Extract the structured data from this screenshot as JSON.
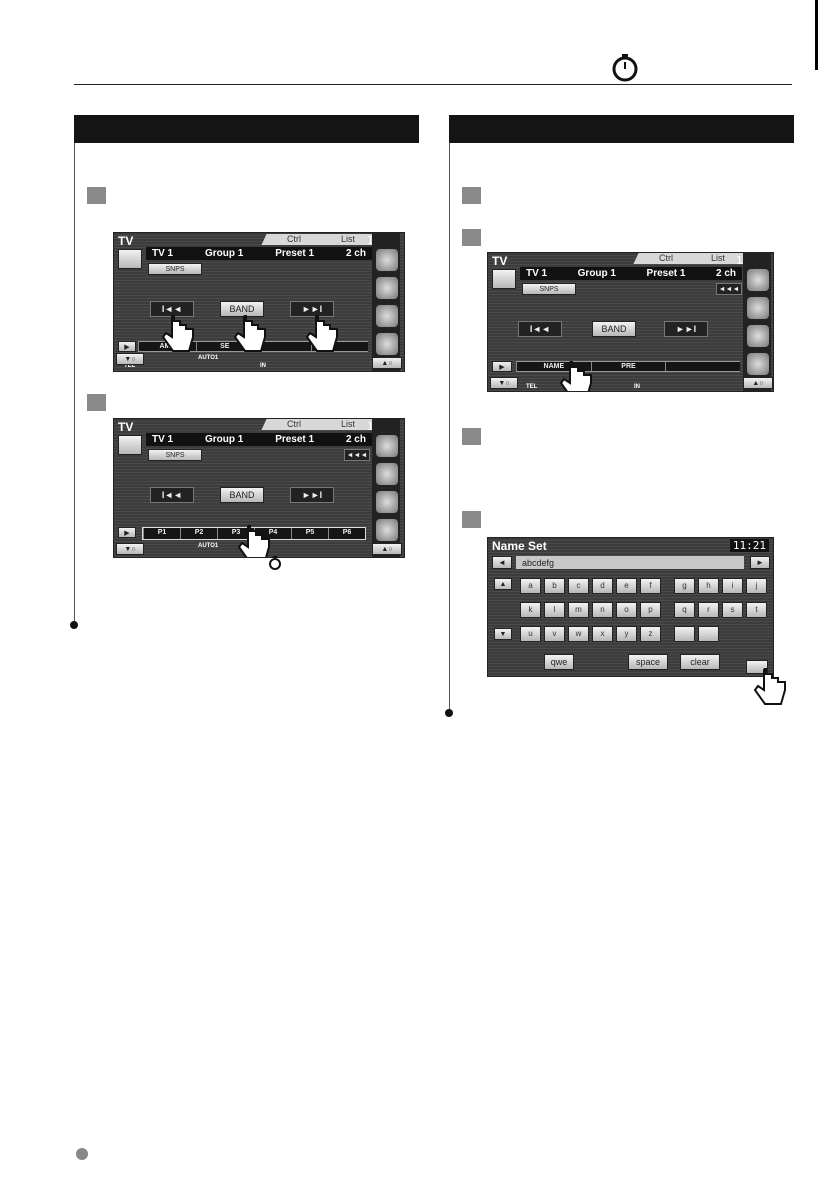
{
  "tv_screen": {
    "title": "TV",
    "tab_ctrl": "Ctrl",
    "tab_list": "List",
    "clock": "11:21",
    "info_tv": "TV  1",
    "info_group": "Group  1",
    "info_preset": "Preset 1",
    "info_ch": "2 ch",
    "snps": "SNPS",
    "band": "BAND",
    "seek_prev": "I◄◄",
    "seek_next": "►►I",
    "back": "◄◄◄",
    "auto": "AUTO1",
    "tel": "TEL",
    "in": "IN"
  },
  "screen1_bar": [
    "AME",
    "SE",
    "",
    ""
  ],
  "screen2_presets": [
    "P1",
    "P2",
    "P3",
    "P4",
    "P5",
    "P6"
  ],
  "screen3_bar": [
    "NAME",
    "PRE",
    ""
  ],
  "name_set": {
    "title": "Name Set",
    "clock": "11:21",
    "text_value": "abcdefg",
    "row1": [
      "a",
      "b",
      "c",
      "d",
      "e",
      "f",
      "g",
      "h",
      "i",
      "j"
    ],
    "row2": [
      "k",
      "l",
      "m",
      "n",
      "o",
      "p",
      "q",
      "r",
      "s",
      "t"
    ],
    "row3": [
      "u",
      "v",
      "w",
      "x",
      "y",
      "z",
      "",
      ""
    ],
    "qwe": "qwe",
    "space": "space",
    "clear": "clear"
  }
}
